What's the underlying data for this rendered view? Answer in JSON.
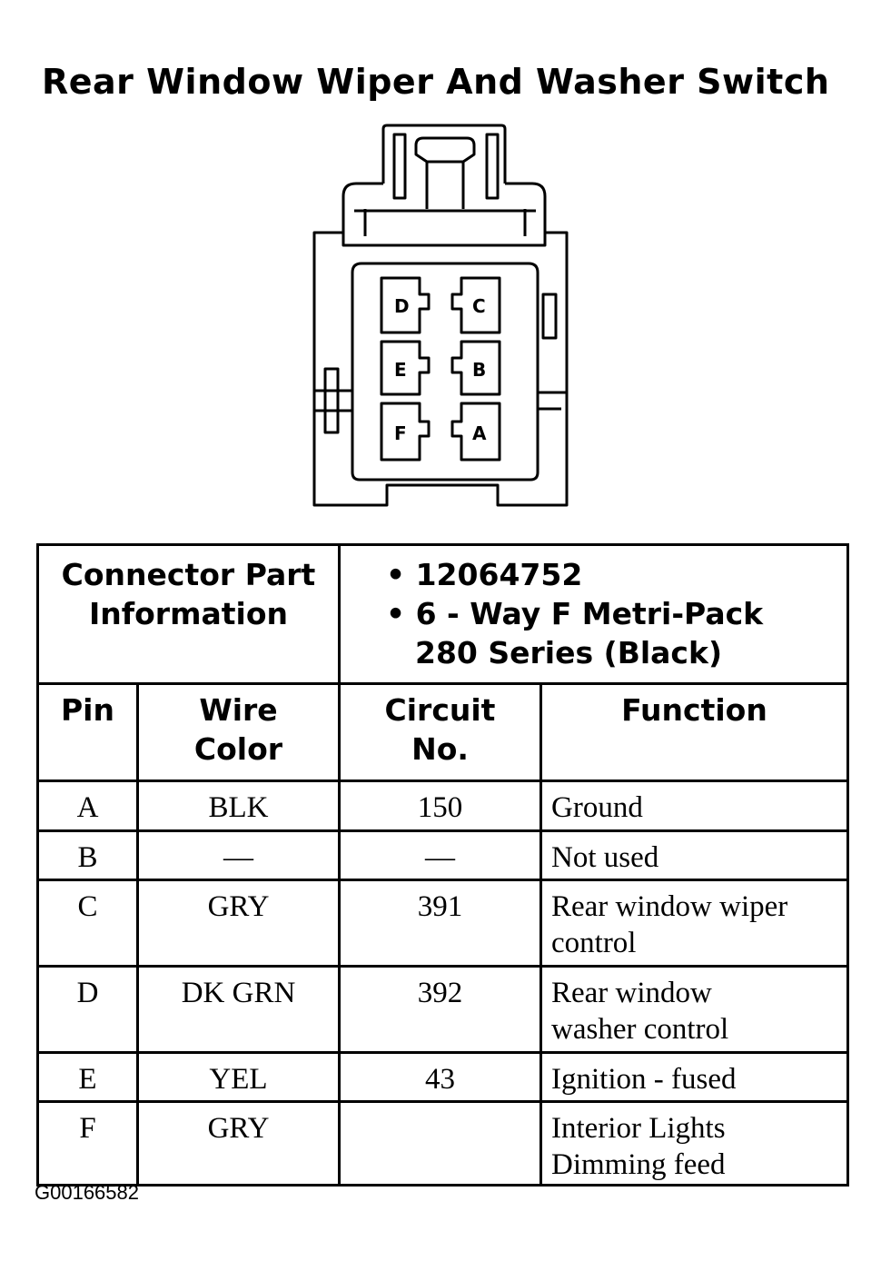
{
  "title": "Rear Window Wiper And Washer Switch",
  "connector": {
    "pins": [
      "D",
      "C",
      "E",
      "B",
      "F",
      "A"
    ]
  },
  "info": {
    "label_line1": "Connector Part",
    "label_line2": "Information",
    "part_number": "12064752",
    "description_line1": "6 - Way F Metri-Pack",
    "description_line2": "280 Series (Black)"
  },
  "columns": {
    "pin": "Pin",
    "wire_line1": "Wire",
    "wire_line2": "Color",
    "circuit_line1": "Circuit",
    "circuit_line2": "No.",
    "function": "Function"
  },
  "rows": [
    {
      "pin": "A",
      "wire": "BLK",
      "circuit": "150",
      "function_line1": "Ground",
      "function_line2": ""
    },
    {
      "pin": "B",
      "wire": "—",
      "circuit": "—",
      "function_line1": "Not used",
      "function_line2": ""
    },
    {
      "pin": "C",
      "wire": "GRY",
      "circuit": "391",
      "function_line1": "Rear window wiper",
      "function_line2": "control"
    },
    {
      "pin": "D",
      "wire": "DK GRN",
      "circuit": "392",
      "function_line1": "Rear window",
      "function_line2": "washer control"
    },
    {
      "pin": "E",
      "wire": "YEL",
      "circuit": "43",
      "function_line1": "Ignition - fused",
      "function_line2": ""
    },
    {
      "pin": "F",
      "wire": "GRY",
      "circuit": "",
      "function_line1": "Interior Lights",
      "function_line2": "Dimming feed"
    }
  ],
  "figure_id": "G00166582"
}
